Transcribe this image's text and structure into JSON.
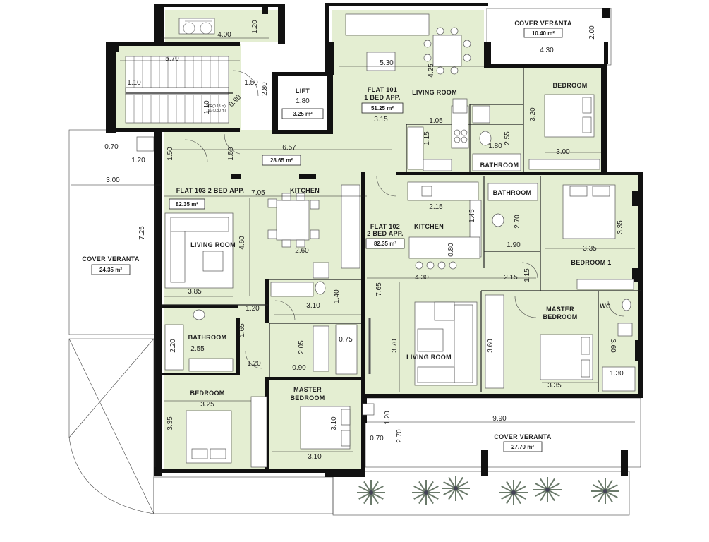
{
  "colors": {
    "room_fill": "#e4eed2",
    "wall": "#111111",
    "background": "#ffffff"
  },
  "flats": {
    "flat101": {
      "name": "FLAT 101",
      "type": "1 BED APP.",
      "area": "51.25 m²"
    },
    "flat102": {
      "name": "FLAT 102",
      "type": "2 BED APP.",
      "area": "82.35 m²"
    },
    "flat103": {
      "name": "FLAT 103 2 BED APP.",
      "area": "82.35 m²"
    }
  },
  "common": {
    "lift_label": "LIFT",
    "lift_width": "1.80",
    "lift_area": "3.25 m²",
    "corridor_area": "28.65 m²",
    "stair_note_1": "20R(0.18 m)",
    "stair_note_2": "19G(0.30 m)"
  },
  "rooms": {
    "living_101": "LIVING ROOM",
    "bedroom_101": "BEDROOM",
    "bathroom_101": "BATHROOM",
    "kitchen_102": "KITCHEN",
    "bathroom_102": "BATHROOM",
    "bedroom1_102": "BEDROOM 1",
    "master_102_line1": "MASTER",
    "master_102_line2": "BEDROOM",
    "wc_102": "WC",
    "living_102": "LIVING ROOM",
    "kitchen_103": "KITCHEN",
    "living_103": "LIVING ROOM",
    "bathroom_103": "BATHROOM",
    "bedroom_103": "BEDROOM",
    "master_103_line1": "MASTER",
    "master_103_line2": "BEDROOM"
  },
  "verandas": {
    "v_top": {
      "label": "COVER VERANTA",
      "area": "10.40 m²"
    },
    "v_left": {
      "label": "COVER VERANTA",
      "area": "24.35 m²"
    },
    "v_bottom": {
      "label": "COVER VERANTA",
      "area": "27.70 m²"
    }
  },
  "dimensions": [
    "4.00",
    "1.20",
    "5.70",
    "1.50",
    "1.10",
    "0.90",
    "2.80",
    "1.10",
    "5.30",
    "4.25",
    "2.00",
    "4.30",
    "3.20",
    "3.15",
    "1.05",
    "1.15",
    "2.55",
    "1.80",
    "3.00",
    "0.70",
    "1.20",
    "1.50",
    "1.50",
    "6.57",
    "3.00",
    "7.05",
    "2.15",
    "1.45",
    "2.70",
    "3.35",
    "7.25",
    "4.60",
    "2.60",
    "0.80",
    "1.90",
    "3.35",
    "4.30",
    "2.15",
    "1.15",
    "3.85",
    "1.20",
    "3.10",
    "1.40",
    "7.65",
    "1.65",
    "2.05",
    "0.75",
    "3.70",
    "3.60",
    "3.60",
    "1.30",
    "2.20",
    "2.55",
    "1.20",
    "0.90",
    "3.35",
    "3.35",
    "3.25",
    "3.10",
    "3.10",
    "1.20",
    "9.90",
    "0.70",
    "2.70"
  ],
  "icons": {
    "wheelchair": "wheelchair-icon",
    "palm": "palm-plant-icon"
  }
}
